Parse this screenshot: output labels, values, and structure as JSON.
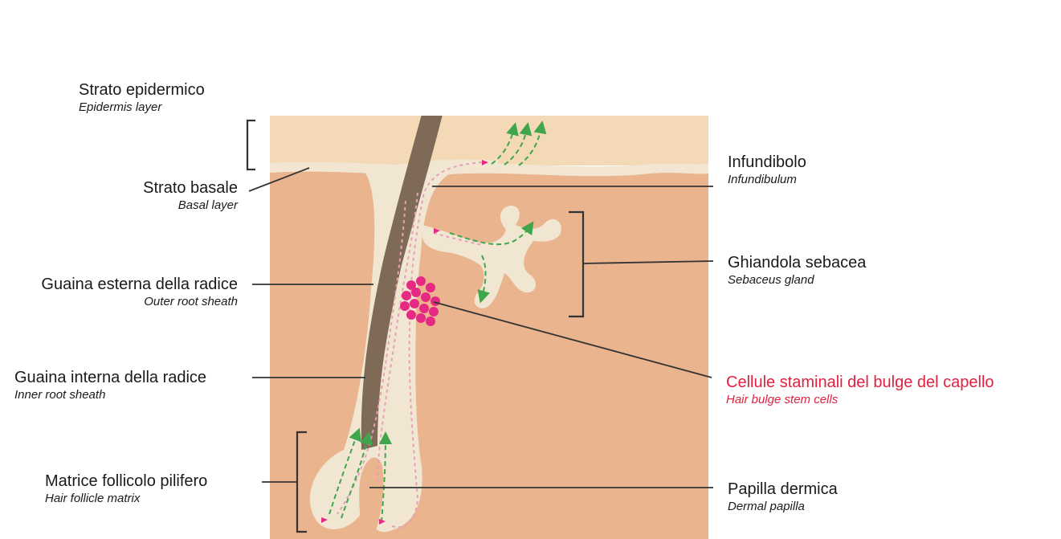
{
  "colors": {
    "epidermis": "#f3d9b5",
    "basal": "#f2e6d2",
    "dermis": "#e9b48e",
    "sheath": "#f1e6d2",
    "hair": "#7e6a56",
    "stem_cells": "#e62a84",
    "migration_arrow": "#3fa64b",
    "trail": "#e8a0b8",
    "leader_line": "#333333",
    "highlight_text": "#e3203f"
  },
  "labels": {
    "epidermis": {
      "main": "Strato epidermico",
      "sub": "Epidermis layer"
    },
    "basal": {
      "main": "Strato basale",
      "sub": "Basal layer"
    },
    "outer_sheath": {
      "main": "Guaina esterna della radice",
      "sub": "Outer root sheath"
    },
    "inner_sheath": {
      "main": "Guaina interna della radice",
      "sub": "Inner root sheath"
    },
    "matrix": {
      "main": "Matrice follicolo pilifero",
      "sub": "Hair follicle matrix"
    },
    "infundibulum": {
      "main": "Infundibolo",
      "sub": "Infundibulum"
    },
    "sebaceous": {
      "main": "Ghiandola sebacea",
      "sub": "Sebaceus gland"
    },
    "stem_cells": {
      "main": "Cellule staminali del bulge del capello",
      "sub": "Hair bulge stem cells"
    },
    "papilla": {
      "main": "Papilla dermica",
      "sub": "Dermal papilla"
    }
  }
}
